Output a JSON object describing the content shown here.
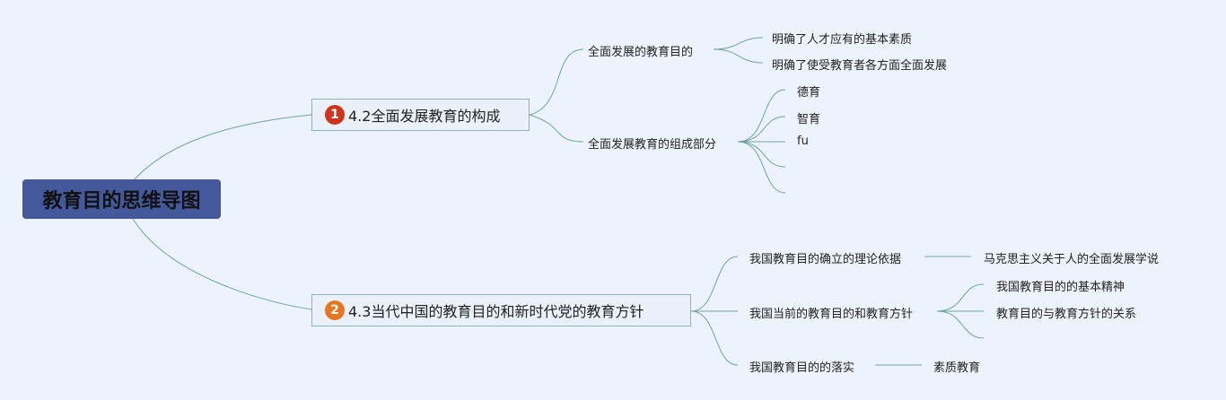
{
  "root": {
    "label": "教育目的思维导图"
  },
  "topics": [
    {
      "marker": "1",
      "marker_color": "#d2331b",
      "label": "4.2全面发展教育的构成",
      "children": [
        {
          "label": "全面发展的教育目的",
          "children": [
            "明确了人才应有的基本素质",
            "明确了使受教育者各方面全面发展"
          ]
        },
        {
          "label": "全面发展教育的组成部分",
          "children": [
            "德育",
            "智育",
            "fu",
            "",
            ""
          ]
        }
      ]
    },
    {
      "marker": "2",
      "marker_color": "#e8761f",
      "label": "4.3当代中国的教育目的和新时代党的教育方针",
      "children": [
        {
          "label": "我国教育目的确立的理论依据",
          "children": [
            "马克思主义关于人的全面发展学说"
          ]
        },
        {
          "label": "我国当前的教育目的和教育方针",
          "children": [
            "我国教育目的的基本精神",
            "教育目的与教育方针的关系",
            ""
          ]
        },
        {
          "label": "我国教育目的的落实",
          "children": [
            "素质教育"
          ]
        }
      ]
    }
  ],
  "colors": {
    "line": "#6fa3a1",
    "root_bg": "#44599b",
    "topic_border": "#89b6b4"
  }
}
